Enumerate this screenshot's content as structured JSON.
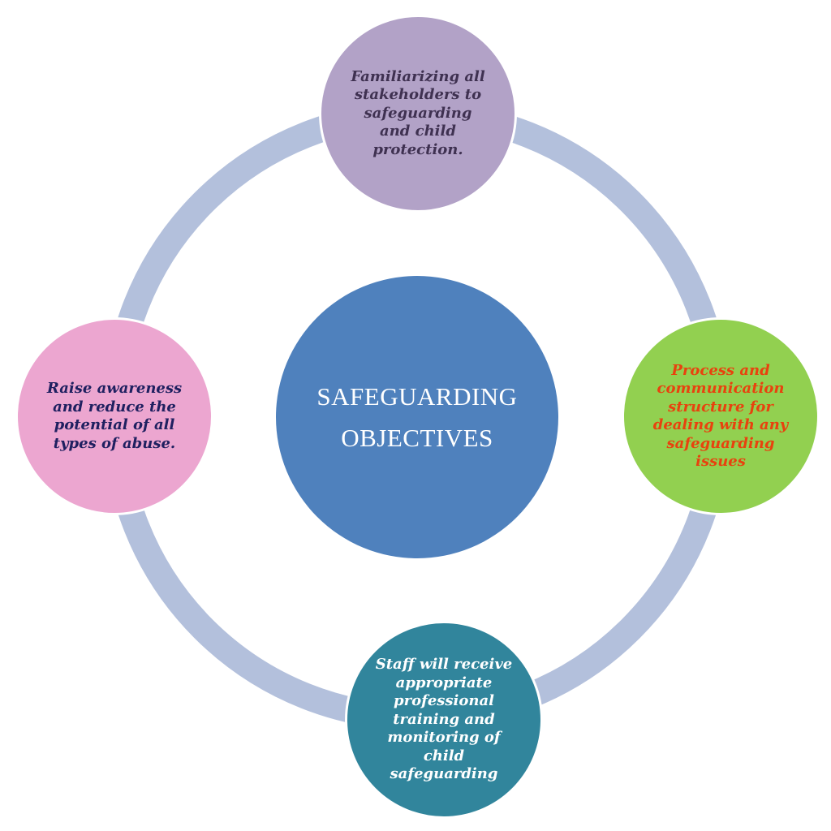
{
  "center": {
    "label": "SAFEGUARDING\nOBJECTIVES",
    "fill": "#4f81bd",
    "text_color": "#ffffff"
  },
  "ring_color": "#b3c0dc",
  "nodes": {
    "top": {
      "text": "Familiarizing all\nstakeholders to\nsafeguarding\nand child\nprotection.",
      "fill": "#b2a2c7",
      "text_color": "#3f3151"
    },
    "right": {
      "text": "Process and\ncommunication\nstructure for\ndealing with any\nsafeguarding\nissues",
      "fill": "#92d050",
      "text_color": "#e8420e"
    },
    "bottom": {
      "text": "Staff will receive\nappropriate\nprofessional\ntraining and\nmonitoring of\nchild\nsafeguarding",
      "fill": "#31859c",
      "text_color": "#ffffff"
    },
    "left": {
      "text": "Raise awareness\nand reduce the\npotential of all\ntypes of abuse.",
      "fill": "#eca6d0",
      "text_color": "#1f2060"
    }
  }
}
